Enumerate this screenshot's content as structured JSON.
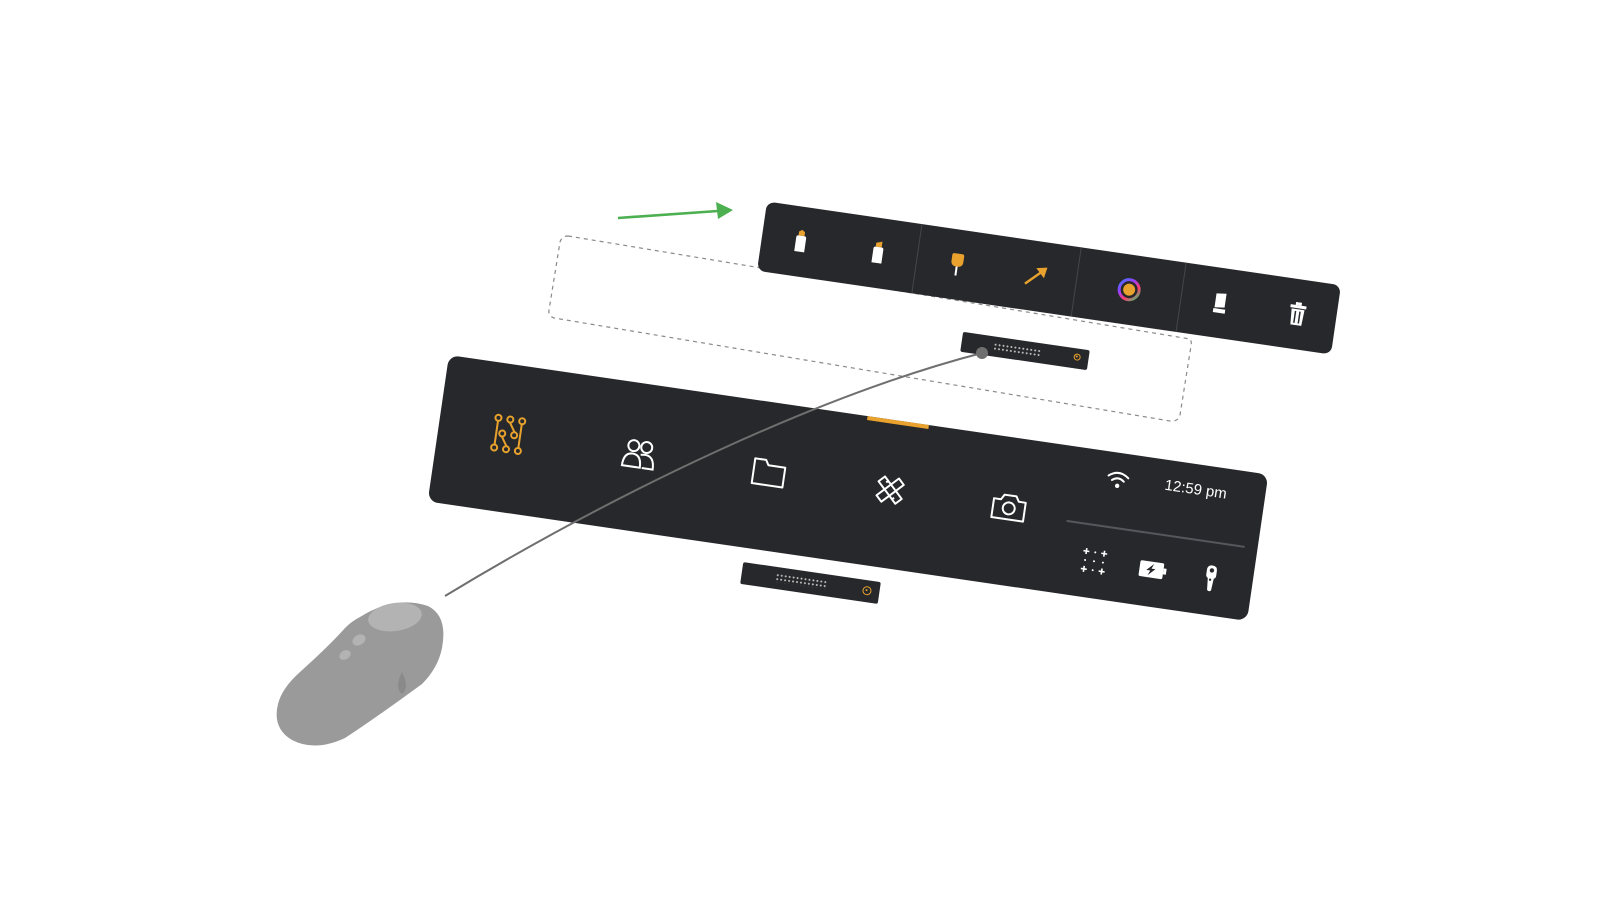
{
  "colors": {
    "panel": "#27282b",
    "accent": "#e8a22d",
    "icon": "#ffffff",
    "arrow": "#4caf50",
    "ray": "#6f6f6f",
    "controller": "#999999"
  },
  "annotation": {
    "arrow_icon": "arrow-right-icon",
    "selection_outline": "dashed-rectangle"
  },
  "tool_palette": {
    "groups": [
      {
        "name": "markers",
        "tools": [
          {
            "id": "pen",
            "icon": "pen-icon"
          },
          {
            "id": "highlighter",
            "icon": "highlighter-icon"
          }
        ]
      },
      {
        "name": "annotations",
        "tools": [
          {
            "id": "pin",
            "icon": "pushpin-icon"
          },
          {
            "id": "arrow",
            "icon": "pointer-arrow-icon"
          }
        ]
      },
      {
        "name": "color",
        "tools": [
          {
            "id": "color",
            "icon": "color-wheel-icon"
          }
        ]
      },
      {
        "name": "cleanup",
        "tools": [
          {
            "id": "eraser",
            "icon": "eraser-icon"
          },
          {
            "id": "delete",
            "icon": "trash-icon"
          }
        ]
      }
    ],
    "handle": {
      "grip_icon": "grip-dots-icon",
      "pin_icon": "pin-ring-icon"
    }
  },
  "main_bar": {
    "nav": [
      {
        "id": "apps",
        "icon": "apps-network-icon",
        "active": false
      },
      {
        "id": "people",
        "icon": "people-icon",
        "active": false
      },
      {
        "id": "files",
        "icon": "folder-icon",
        "active": false
      },
      {
        "id": "tools",
        "icon": "tools-icon",
        "active": true
      },
      {
        "id": "camera",
        "icon": "camera-icon",
        "active": false
      }
    ],
    "status": {
      "wifi_icon": "wifi-icon",
      "time": "12:59 pm",
      "buttons": [
        {
          "id": "area",
          "icon": "boundary-icon"
        },
        {
          "id": "battery",
          "icon": "battery-charging-icon"
        },
        {
          "id": "controller",
          "icon": "controller-icon"
        }
      ]
    },
    "handle": {
      "grip_icon": "grip-dots-icon",
      "pin_icon": "pin-ring-icon"
    }
  },
  "controller": {
    "icon": "vr-controller-icon"
  }
}
